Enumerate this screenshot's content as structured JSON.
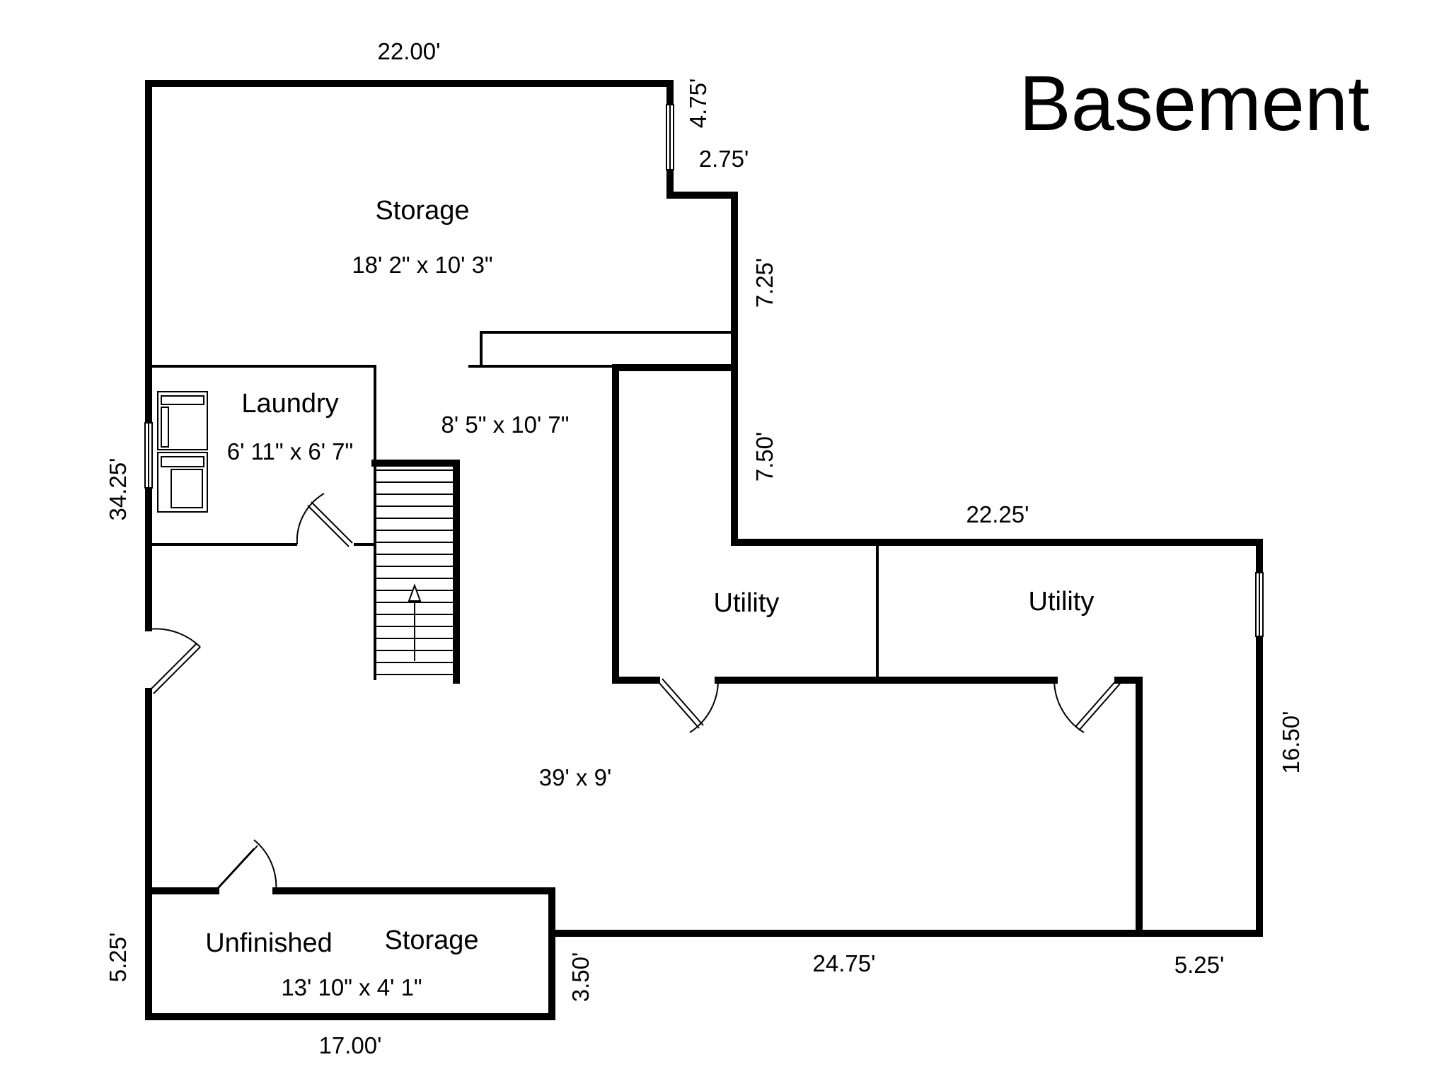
{
  "title": "Basement",
  "rooms": {
    "storage_top": {
      "name": "Storage",
      "size": "18' 2\" x 10' 3\""
    },
    "laundry": {
      "name": "Laundry",
      "size": "6' 11\" x 6' 7\""
    },
    "hall_upper": {
      "size": "8' 5\" x 10' 7\""
    },
    "utility_left": {
      "name": "Utility"
    },
    "utility_right": {
      "name": "Utility"
    },
    "main_area": {
      "size": "39' x 9'"
    },
    "unfinished": {
      "name_a": "Unfinished",
      "name_b": "Storage",
      "size": "13' 10\" x 4' 1\""
    }
  },
  "measurements": {
    "top": "22.00'",
    "window_top": "4.75'",
    "notch": "2.75'",
    "right_upper": "7.25'",
    "right_middle": "7.50'",
    "utility_top": "22.25'",
    "left": "34.25'",
    "right_lower": "16.50'",
    "bottom_left": "5.25'",
    "bottom_step": "3.50'",
    "bottom_middle": "24.75'",
    "bottom_right": "5.25'",
    "bottom": "17.00'"
  },
  "colors": {
    "wall": "#000000",
    "background": "#ffffff"
  }
}
